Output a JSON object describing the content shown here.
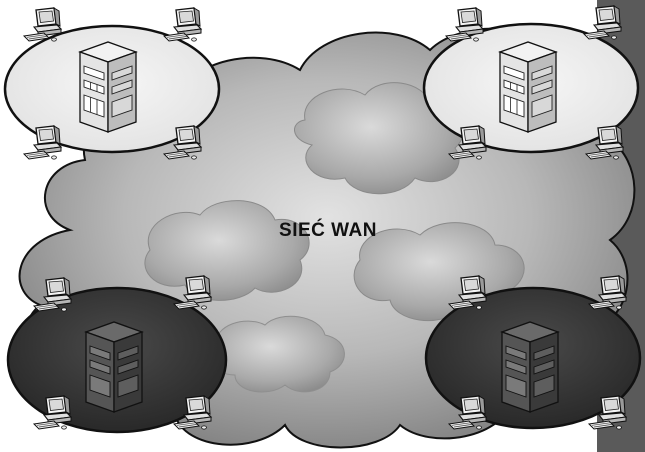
{
  "diagram": {
    "wan_label": "SIEĆ WAN",
    "colors": {
      "background": "#ffffff",
      "cloud_light": "#d0d0d0",
      "cloud_dark": "#8a8a8a",
      "lan_light": "#eeeeee",
      "lan_dark": "#3a3a3a",
      "right_edge_bar": "#5a5a5a",
      "outline": "#111111"
    },
    "icons": {
      "building": "office-building-icon",
      "workstation": "desktop-computer-icon"
    },
    "lans": [
      {
        "name": "lan-top-left",
        "shade": "light",
        "workstations": 4
      },
      {
        "name": "lan-top-right",
        "shade": "light",
        "workstations": 4
      },
      {
        "name": "lan-bottom-left",
        "shade": "dark",
        "workstations": 4
      },
      {
        "name": "lan-bottom-right",
        "shade": "dark",
        "workstations": 4
      }
    ]
  }
}
